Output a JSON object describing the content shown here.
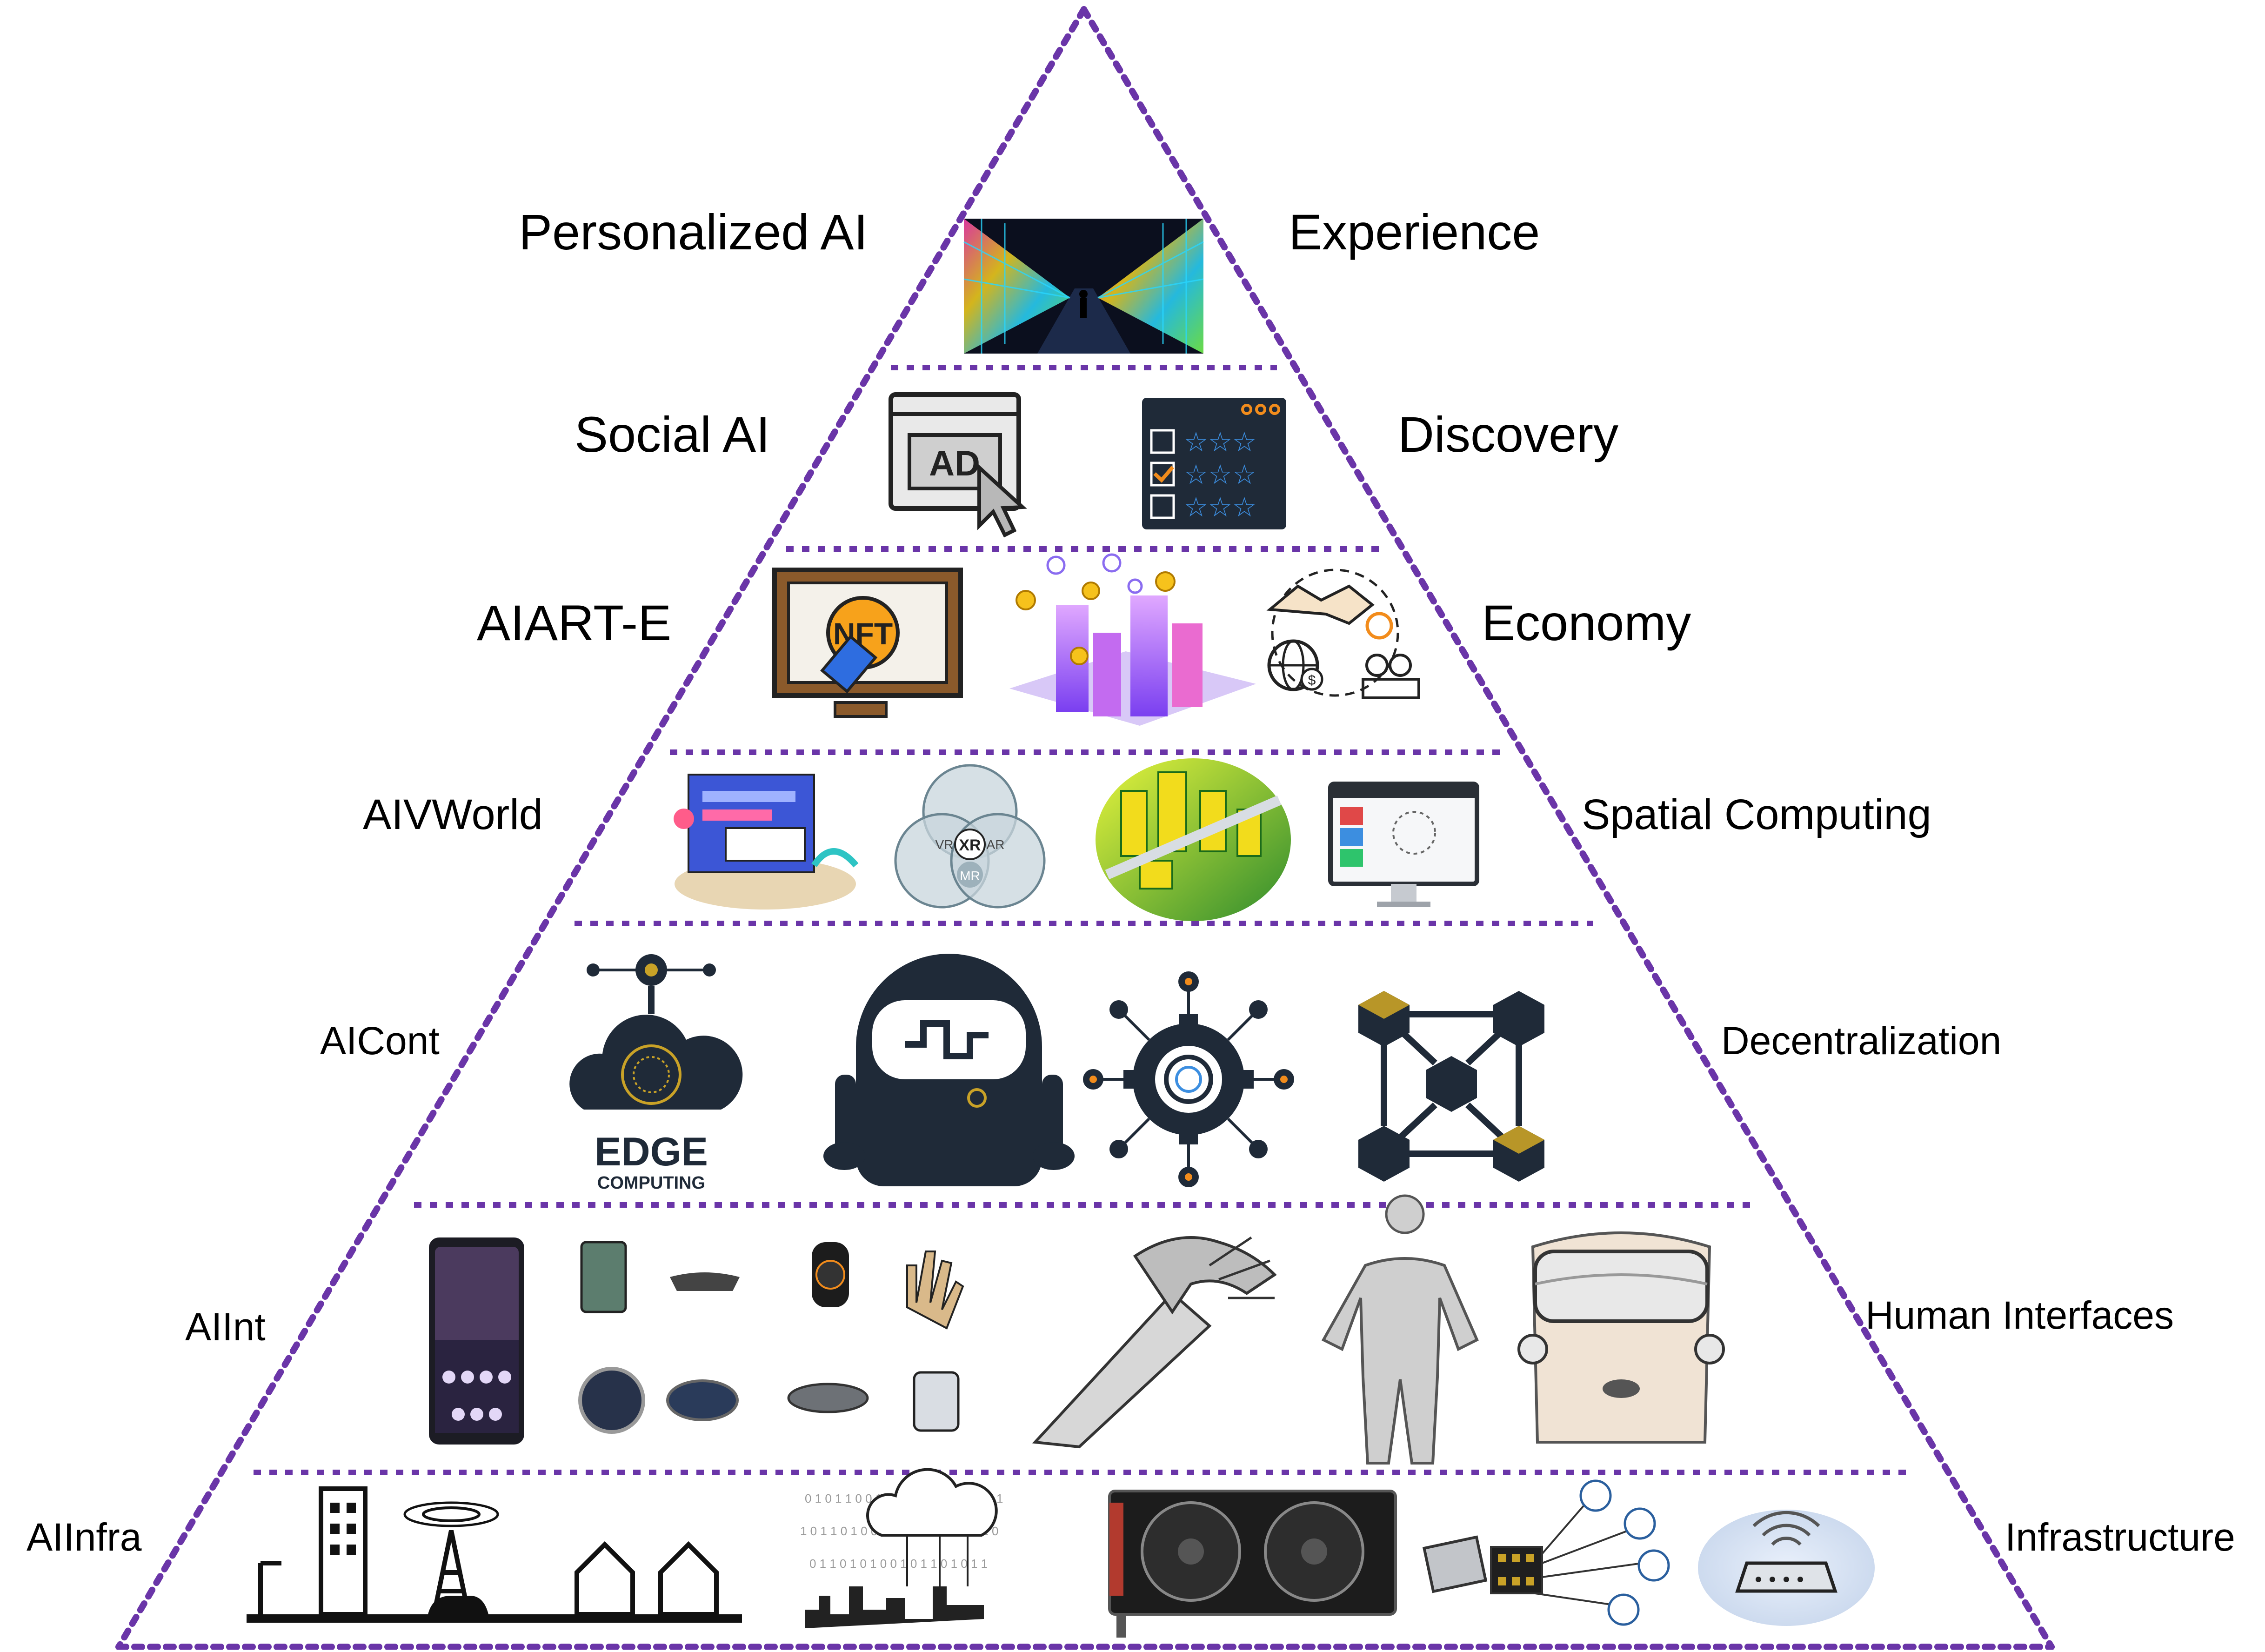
{
  "colors": {
    "frame": "#6a35a8",
    "icon_dark": "#1f2a38",
    "accent_gold": "#c9a227",
    "accent_blue": "#3c8ee0",
    "accent_orange": "#f28c1c"
  },
  "tiers": [
    {
      "left": "Personalized AI",
      "right": "Experience",
      "icons": [
        "neon-street-icon"
      ]
    },
    {
      "left": "Social AI",
      "right": "Discovery",
      "icons": [
        "ad-click-icon",
        "rating-list-icon"
      ],
      "ad_text": "AD"
    },
    {
      "left": "AIART-E",
      "right": "Economy",
      "icons": [
        "nft-auction-icon",
        "crypto-city-icon",
        "global-deal-icon"
      ],
      "nft_text": "NFT"
    },
    {
      "left": "AIVWorld",
      "right": "Spatial Computing",
      "icons": [
        "virtual-desk-icon",
        "xr-venn-icon",
        "isometric-city-icon",
        "monitor-editor-icon"
      ],
      "venn": [
        "VR",
        "AR",
        "XR",
        "MR"
      ]
    },
    {
      "left": "AICont",
      "right": "Decentralization",
      "icons": [
        "edge-computing-icon",
        "robot-icon",
        "gear-network-icon",
        "blockchain-icon"
      ],
      "edge_title": "EDGE",
      "edge_sub": "COMPUTING"
    },
    {
      "left": "AIInt",
      "right": "Human Interfaces",
      "icons": [
        "smartphone-icon",
        "wearables-icon",
        "robotic-arm-icon",
        "haptic-suit-icon",
        "vr-headset-icon"
      ]
    },
    {
      "left": "AIInfra",
      "right": "Infrastructure",
      "icons": [
        "smart-city-icon",
        "cloud-data-icon",
        "gpu-card-icon",
        "chip-sensors-icon",
        "wifi-router-icon"
      ]
    }
  ]
}
